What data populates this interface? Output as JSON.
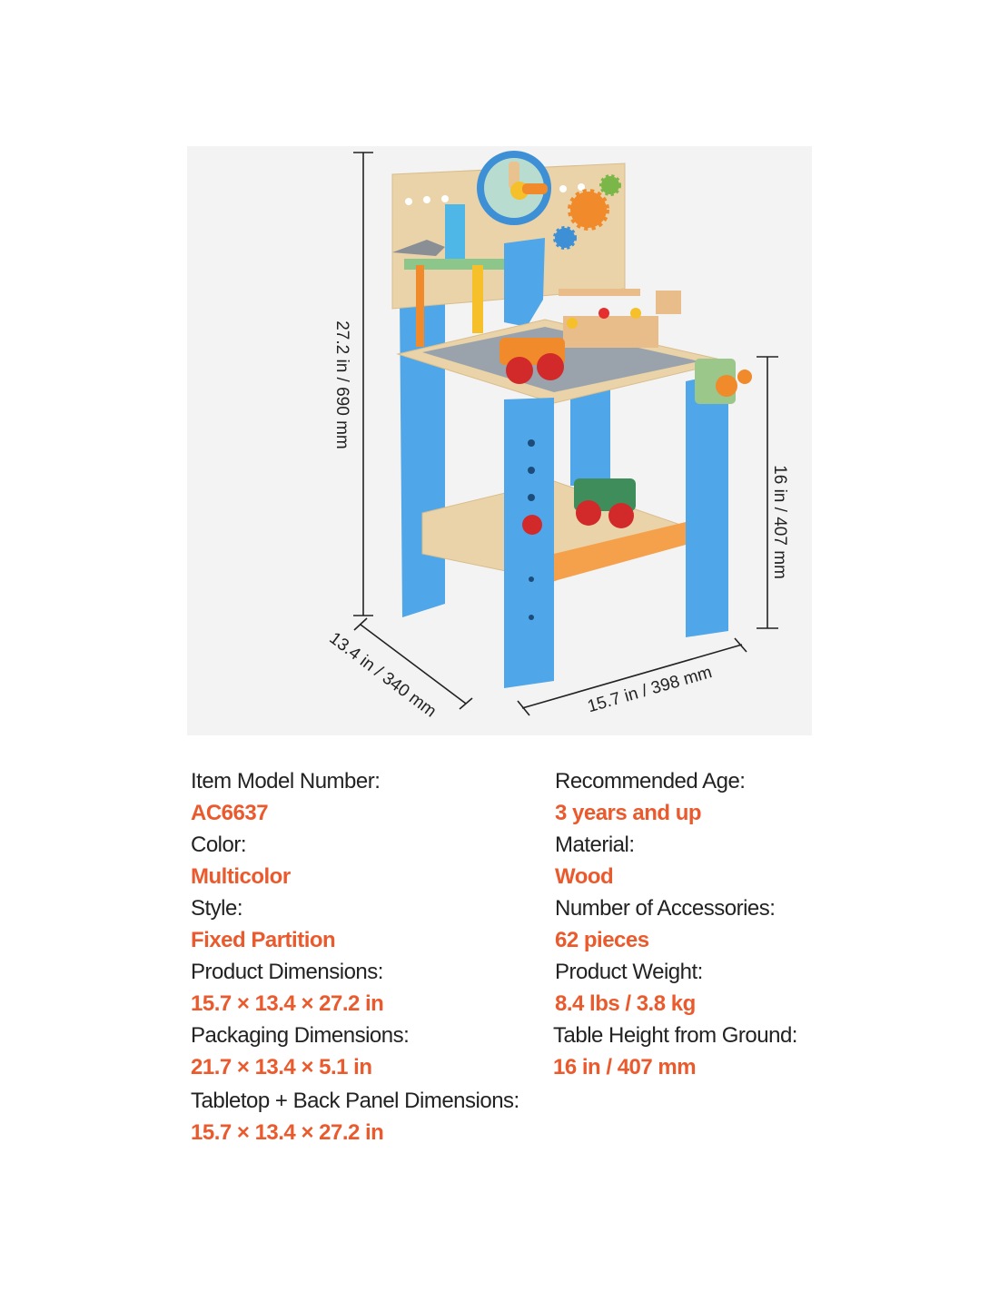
{
  "dimensions": {
    "height_total": "27.2 in / 690 mm",
    "table_height": "16 in / 407 mm",
    "depth": "13.4 in / 340 mm",
    "width": "15.7 in / 398 mm"
  },
  "specs_left": [
    {
      "label": "Item Model Number:",
      "value": "AC6637"
    },
    {
      "label": "Color:",
      "value": "Multicolor"
    },
    {
      "label": "Style:",
      "value": "Fixed Partition"
    },
    {
      "label": "Product Dimensions:",
      "value": "15.7 × 13.4 × 27.2 in"
    },
    {
      "label": "Packaging Dimensions:",
      "value": "21.7 × 13.4 × 5.1 in"
    },
    {
      "label": "Tabletop + Back Panel Dimensions:",
      "value": "15.7 × 13.4 × 27.2 in"
    }
  ],
  "specs_right": [
    {
      "label": "Recommended Age:",
      "value": "3 years and up"
    },
    {
      "label": "Material:",
      "value": "Wood"
    },
    {
      "label": "Number of Accessories:",
      "value": "62 pieces"
    },
    {
      "label": "Product Weight:",
      "value": "8.4 lbs / 3.8 kg"
    },
    {
      "label": "Table Height from Ground:",
      "value": "16 in /  407 mm"
    }
  ],
  "colors": {
    "accent": "#ea5a2d",
    "leg_blue": "#4fa6e8",
    "wood": "#ead3a8"
  }
}
